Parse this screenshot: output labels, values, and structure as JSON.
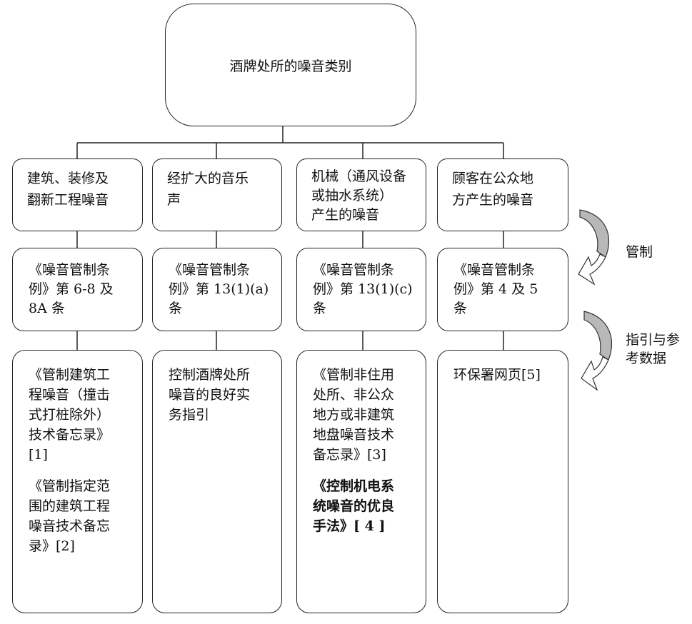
{
  "root": {
    "title": "酒牌处所的噪音类别"
  },
  "categories": [
    {
      "lines": [
        "建筑、装修及",
        "翻新工程噪音"
      ]
    },
    {
      "lines": [
        "经扩大的音乐",
        "声"
      ]
    },
    {
      "lines": [
        "机械（通风设备",
        "或抽水系统）",
        "产生的噪音"
      ]
    },
    {
      "lines": [
        "顾客在公众地",
        "方产生的噪音"
      ]
    }
  ],
  "laws": [
    {
      "lines": [
        "《噪音管制条",
        "例》第 6-8 及",
        "8A 条"
      ]
    },
    {
      "lines": [
        "《噪音管制条",
        "例》第 13(1)(a)",
        "条"
      ]
    },
    {
      "lines": [
        "《噪音管制条",
        "例》第 13(1)(c)",
        "条"
      ]
    },
    {
      "lines": [
        "《噪音管制条",
        "例》第 4 及 5",
        "条"
      ]
    }
  ],
  "guides": [
    [
      {
        "lines": [
          "《管制建筑工",
          "程噪音（撞击",
          "式打桩除外）",
          "技术备忘录》",
          "[1]"
        ]
      },
      {
        "lines": [
          "《管制指定范",
          "围的建筑工程",
          "噪音技术备忘",
          "录》[2]"
        ]
      }
    ],
    [
      {
        "lines": [
          "控制酒牌处所",
          "噪音的良好实",
          "务指引"
        ]
      }
    ],
    [
      {
        "lines": [
          "《管制非住用",
          "处所、非公众",
          "地方或非建筑",
          "地盘噪音技术",
          "备忘录》[3]"
        ]
      },
      {
        "lines": [
          "《控制机电系",
          "统噪音的优良",
          "手法》[ 4 ]"
        ],
        "bold": true
      }
    ],
    [
      {
        "lines": [
          "环保署网页[5]"
        ]
      }
    ]
  ],
  "side_labels": {
    "control": "管制",
    "guidance": [
      "指引与参",
      "考数据"
    ]
  }
}
